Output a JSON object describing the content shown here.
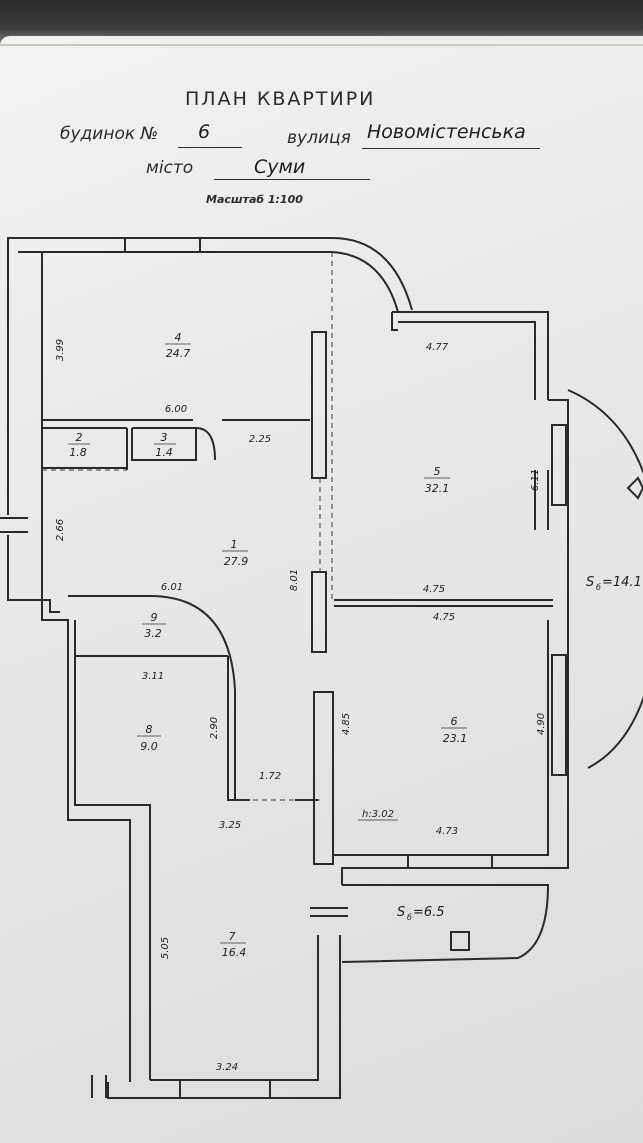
{
  "header": {
    "title": "ПЛАН КВАРТИРИ",
    "house_label": "будинок №",
    "house_number": "6",
    "street_label": "вулиця",
    "street_value": "Новомістенська",
    "city_label": "місто",
    "city_value": "Суми",
    "scale": "Масштаб 1:100"
  },
  "rooms": [
    {
      "number": "1",
      "area": "27.9"
    },
    {
      "number": "2",
      "area": "1.8"
    },
    {
      "number": "3",
      "area": "1.4"
    },
    {
      "number": "4",
      "area": "24.7"
    },
    {
      "number": "5",
      "area": "32.1"
    },
    {
      "number": "6",
      "area": "23.1"
    },
    {
      "number": "7",
      "area": "16.4"
    },
    {
      "number": "8",
      "area": "9.0"
    },
    {
      "number": "9",
      "area": "3.2"
    }
  ],
  "dimensions": {
    "d399": "3.99",
    "d600": "6.00",
    "d225": "2.25",
    "d266": "2.66",
    "d601": "6.01",
    "d801": "8.01",
    "d477": "4.77",
    "d611": "6.11",
    "d475a": "4.75",
    "d475b": "4.75",
    "d311": "3.11",
    "d290": "2.90",
    "d485": "4.85",
    "d490": "4.90",
    "d172": "1.72",
    "d325": "3.25",
    "d473": "4.73",
    "d505": "5.05",
    "d324": "3.24"
  },
  "height": "h:3.02",
  "balcony1_label": "S",
  "balcony1_sub": "б",
  "balcony1_value": "=14.1",
  "balcony2_label": "S",
  "balcony2_sub": "б",
  "balcony2_value": "=6.5"
}
